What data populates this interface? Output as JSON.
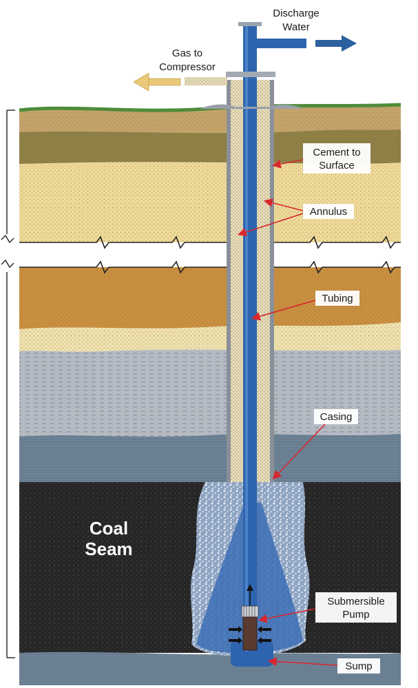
{
  "labels": {
    "discharge_line1": "Discharge",
    "discharge_line2": "Water",
    "gas_line1": "Gas to",
    "gas_line2": "Compressor",
    "cement_line1": "Cement to",
    "cement_line2": "Surface",
    "annulus": "Annulus",
    "tubing": "Tubing",
    "casing": "Casing",
    "coal_line1": "Coal",
    "coal_line2": "Seam",
    "pump_line1": "Submersible",
    "pump_line2": "Pump",
    "sump": "Sump"
  },
  "colors": {
    "water_arrow": "#2c5f9e",
    "gas_arrow": "#e9c877",
    "tubing": "#2d64ad",
    "coal": "#262626",
    "leader": "#d8262e"
  }
}
